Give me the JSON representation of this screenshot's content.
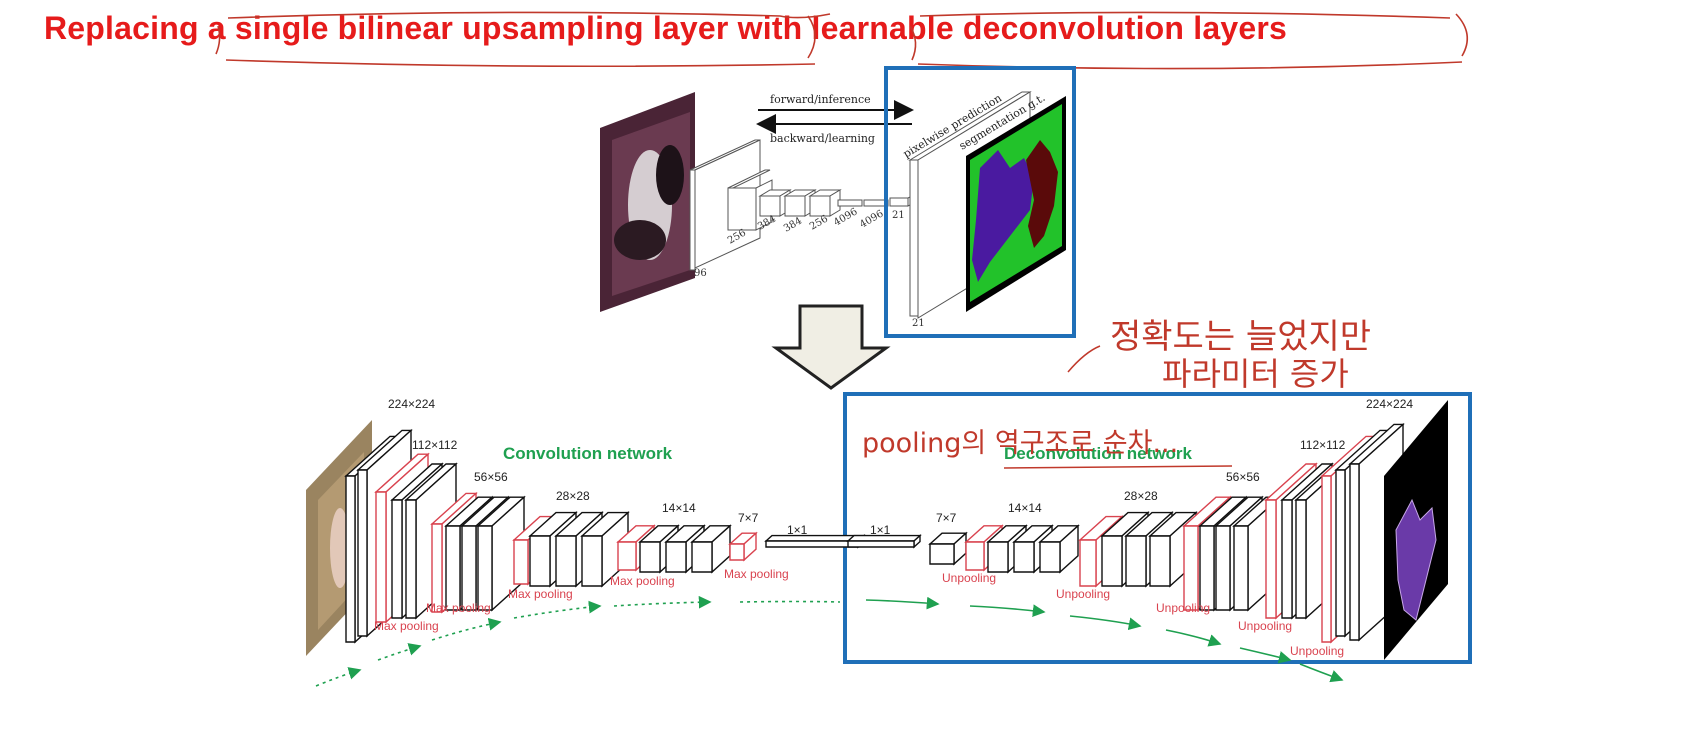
{
  "title": "Replacing a single bilinear upsampling layer with learnable deconvolution layers",
  "colors": {
    "title_red": "#e61b1b",
    "annotation_red": "#c0392b",
    "highlight_blue": "#1f6fb8",
    "network_green": "#1fa050",
    "pooling_red": "#d9434f"
  },
  "fcn": {
    "forward_label": "forward/inference",
    "backward_label": "backward/learning",
    "pixelwise_label": "pixelwise prediction",
    "segmentation_label": "segmentation g.t.",
    "layer_labels": [
      "96",
      "256",
      "384",
      "384",
      "256",
      "4096",
      "4096",
      "21"
    ],
    "output_label": "21"
  },
  "deconvnet": {
    "conv_title": "Convolution network",
    "deconv_title": "Deconvolution network",
    "size_labels": [
      "224×224",
      "112×112",
      "56×56",
      "28×28",
      "14×14",
      "7×7",
      "1×1",
      "1×1",
      "7×7",
      "14×14",
      "28×28",
      "56×56",
      "112×112",
      "224×224"
    ],
    "max_pooling": "Max pooling",
    "unpooling": "Unpooling"
  },
  "annotations": {
    "korean_line1": "정확도는 늘었지만",
    "korean_line2": "파라미터 증가",
    "pooling_note": "pooling의 역구조로 순차..."
  }
}
